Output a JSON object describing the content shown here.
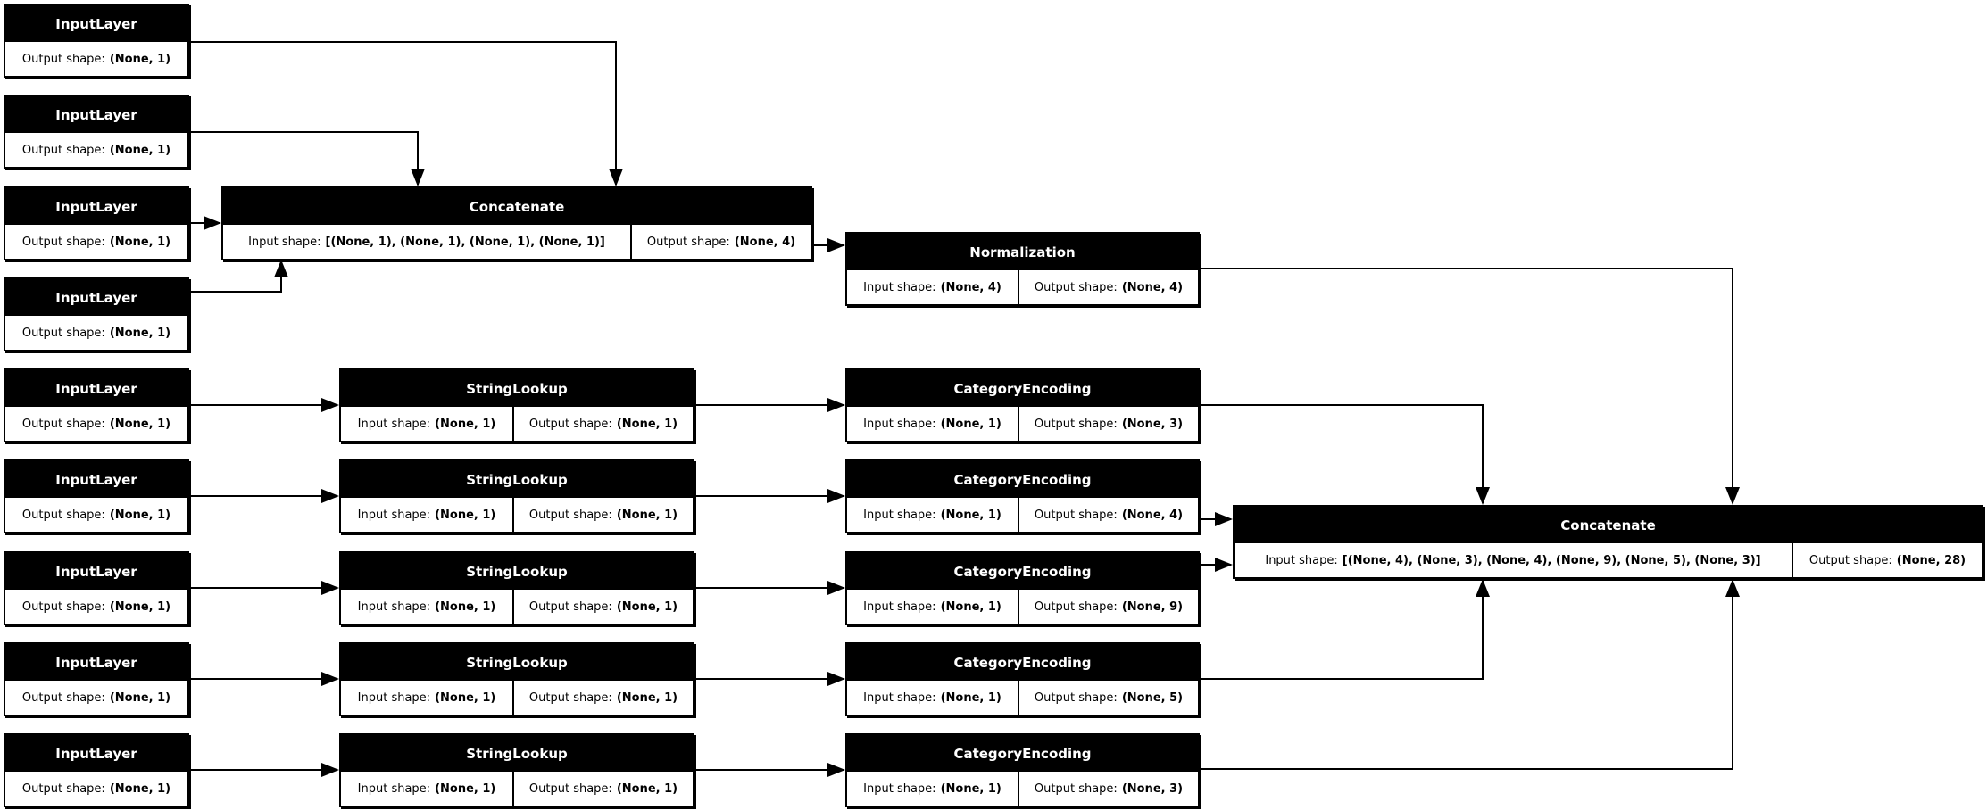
{
  "labels": {
    "input_layer": "InputLayer",
    "concatenate": "Concatenate",
    "normalization": "Normalization",
    "string_lookup": "StringLookup",
    "category_encoding": "CategoryEncoding",
    "input_shape": "Input shape:",
    "output_shape": "Output shape:"
  },
  "shapes": {
    "none_1": "(None, 1)",
    "none_3": "(None, 3)",
    "none_4": "(None, 4)",
    "none_5": "(None, 5)",
    "none_9": "(None, 9)",
    "none_28": "(None, 28)",
    "concat1_in": "[(None, 1), (None, 1), (None, 1), (None, 1)]",
    "concat2_in": "[(None, 4), (None, 3), (None, 4), (None, 9), (None, 5), (None, 3)]"
  }
}
